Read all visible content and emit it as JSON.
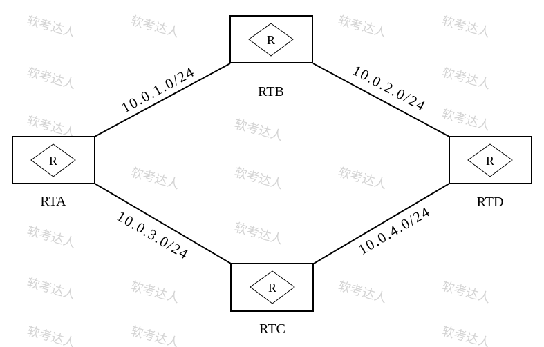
{
  "watermark": "软考达人",
  "routers": {
    "rta": {
      "name": "RTA",
      "symbol": "R"
    },
    "rtb": {
      "name": "RTB",
      "symbol": "R"
    },
    "rtc": {
      "name": "RTC",
      "symbol": "R"
    },
    "rtd": {
      "name": "RTD",
      "symbol": "R"
    }
  },
  "links": {
    "rta_rtb": "10.0.1.0/24",
    "rtb_rtd": "10.0.2.0/24",
    "rta_rtc": "10.0.3.0/24",
    "rtc_rtd": "10.0.4.0/24"
  }
}
